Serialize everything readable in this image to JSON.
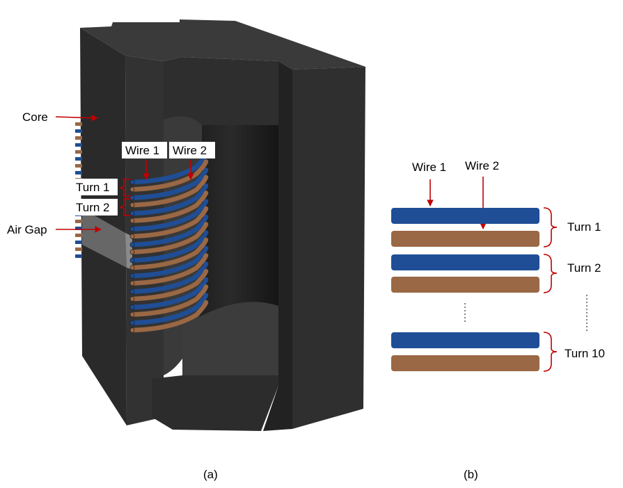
{
  "figure_a": {
    "caption": "(a)",
    "labels": {
      "core": "Core",
      "air_gap": "Air Gap",
      "wire1": "Wire 1",
      "wire2": "Wire 2",
      "turn1": "Turn 1",
      "turn2": "Turn 2"
    },
    "winding_turns": 10
  },
  "figure_b": {
    "caption": "(b)",
    "labels": {
      "wire1": "Wire 1",
      "wire2": "Wire 2",
      "turn1": "Turn 1",
      "turn2": "Turn 2",
      "turn10": "Turn 10"
    }
  },
  "colors": {
    "wire1": "#1f4e96",
    "wire2": "#9a6845",
    "arrow": "#c00000",
    "core": "#2b2b2b",
    "core_face": "#262626",
    "core_inner": "#1b1b1b"
  }
}
